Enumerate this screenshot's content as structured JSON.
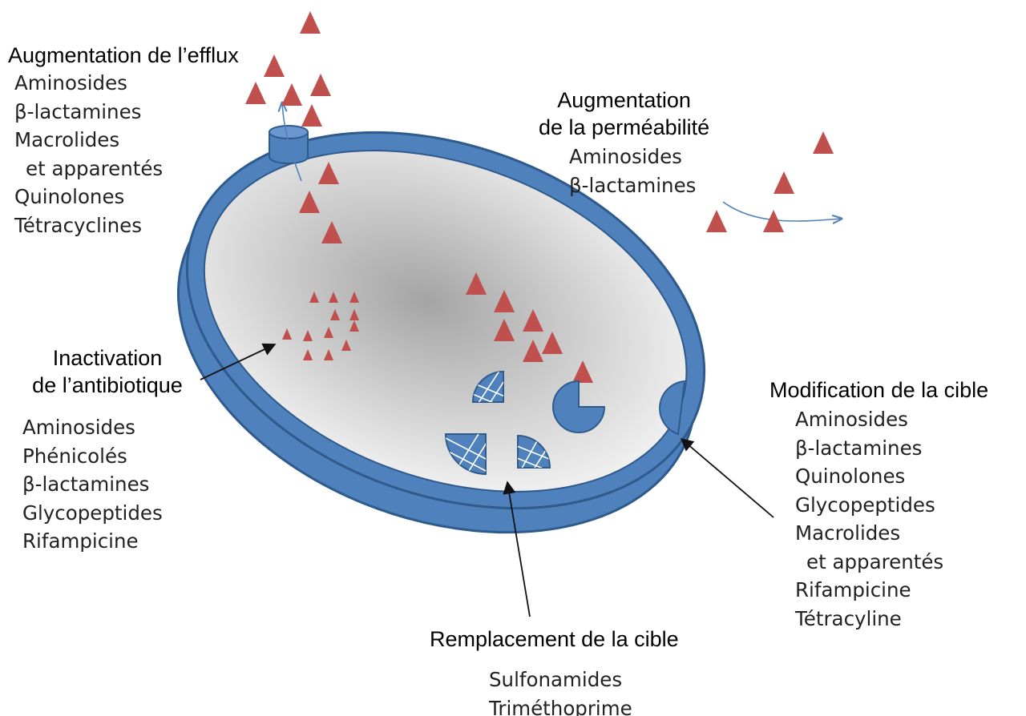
{
  "colors": {
    "cell_blue": "#4f81bd",
    "cell_edge": "#2e5a8c",
    "molecule_red": "#c0504d",
    "interior_light": "#f7f7f7",
    "interior_dark": "#a4a4a4",
    "arrow_blue": "#4f81bd",
    "arrow_black": "#111111",
    "target_hatch": "#ffffff"
  },
  "icons": {
    "antibiotic": "red-triangle-icon",
    "efflux_pump": "cylinder-pump-icon",
    "modified_target": "cut-disc-icon",
    "replaced_target": "hatched-half-disc-icon"
  },
  "mechanisms": {
    "efflux": {
      "title": "Augmentation de l’efflux",
      "items": [
        "Aminosides",
        "β-lactamines",
        "Macrolides",
        "et apparentés",
        "Quinolones",
        "Tétracyclines"
      ]
    },
    "permeability": {
      "title_lines": [
        "Augmentation",
        "de la perméabilité"
      ],
      "items": [
        "Aminosides",
        "β-lactamines"
      ]
    },
    "inactivation": {
      "title_lines": [
        "Inactivation",
        "de l’antibiotique"
      ],
      "items": [
        "Aminosides",
        "Phénicolés",
        "β-lactamines",
        "Glycopeptides",
        "Rifampicine"
      ]
    },
    "target_modification": {
      "title": "Modification de la cible",
      "items": [
        "Aminosides",
        "β-lactamines",
        "Quinolones",
        "Glycopeptides",
        "Macrolides",
        "et apparentés",
        "Rifampicine",
        "Tétracyline"
      ]
    },
    "target_replacement": {
      "title": "Remplacement de la cible",
      "items": [
        "Sulfonamides",
        "Triméthoprime"
      ]
    }
  }
}
